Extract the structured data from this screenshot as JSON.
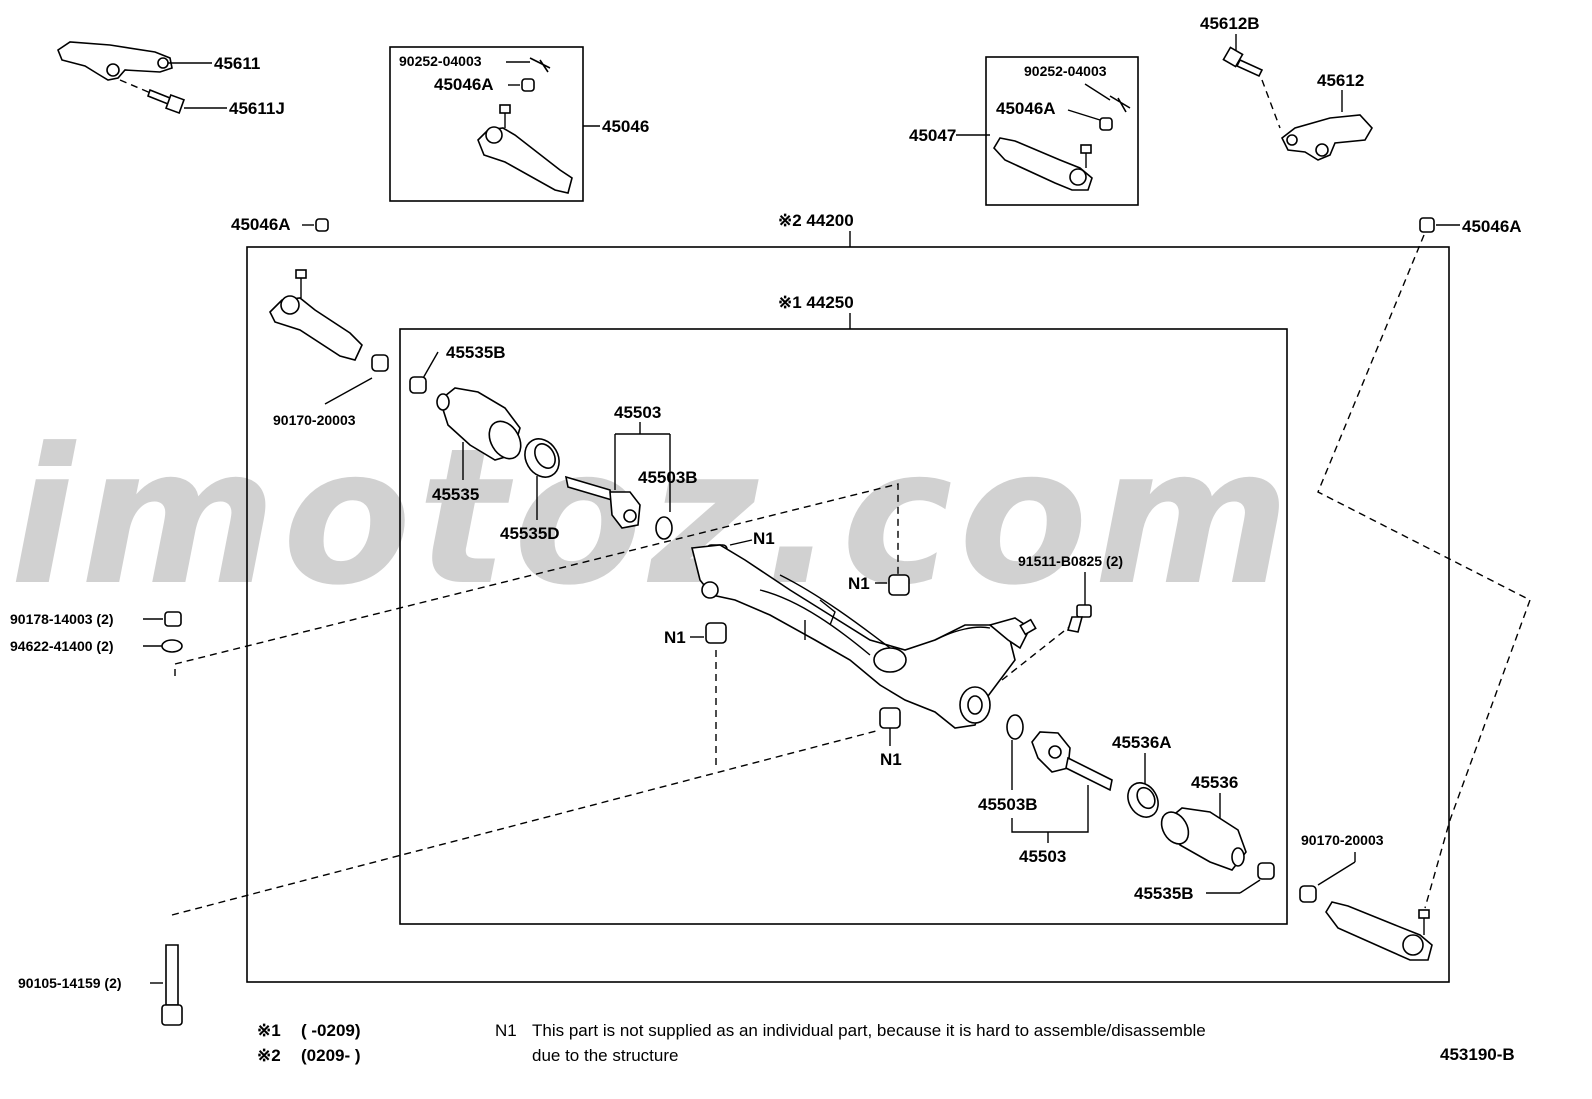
{
  "watermark": "imotoz.com",
  "groups": {
    "outer": "※2 44200",
    "inner": "※1 44250"
  },
  "parts": {
    "p45611": "45611",
    "p45611J": "45611J",
    "p90252_a": "90252-04003",
    "p45046A_a": "45046A",
    "p45046": "45046",
    "p90252_b": "90252-04003",
    "p45046A_b": "45046A",
    "p45047": "45047",
    "p45612B": "45612B",
    "p45612": "45612",
    "p45046A_left": "45046A",
    "p45046A_right": "45046A",
    "p90170_left": "90170-20003",
    "p45535B_top": "45535B",
    "p45535": "45535",
    "p45535D": "45535D",
    "p45503_top": "45503",
    "p45503B_top": "45503B",
    "n1_a": "N1",
    "n1_b": "N1",
    "n1_c": "N1",
    "n1_d": "N1",
    "p91511": "91511-B0825 (2)",
    "p90178": "90178-14003 (2)",
    "p94622": "94622-41400 (2)",
    "p45536A": "45536A",
    "p45536": "45536",
    "p45503B_bot": "45503B",
    "p45503_bot": "45503",
    "p45535B_bot": "45535B",
    "p90170_right": "90170-20003",
    "p90105": "90105-14159 (2)"
  },
  "legend": {
    "r1_mark": "※1",
    "r1_range": "(        -0209)",
    "r2_mark": "※2",
    "r2_range": "(0209-        )",
    "n1_code": "N1",
    "n1_line1": "This part is not supplied as an individual part,   because it is hard to assemble/disassemble",
    "n1_line2": "due to the structure"
  },
  "diagram_id": "453190-B"
}
